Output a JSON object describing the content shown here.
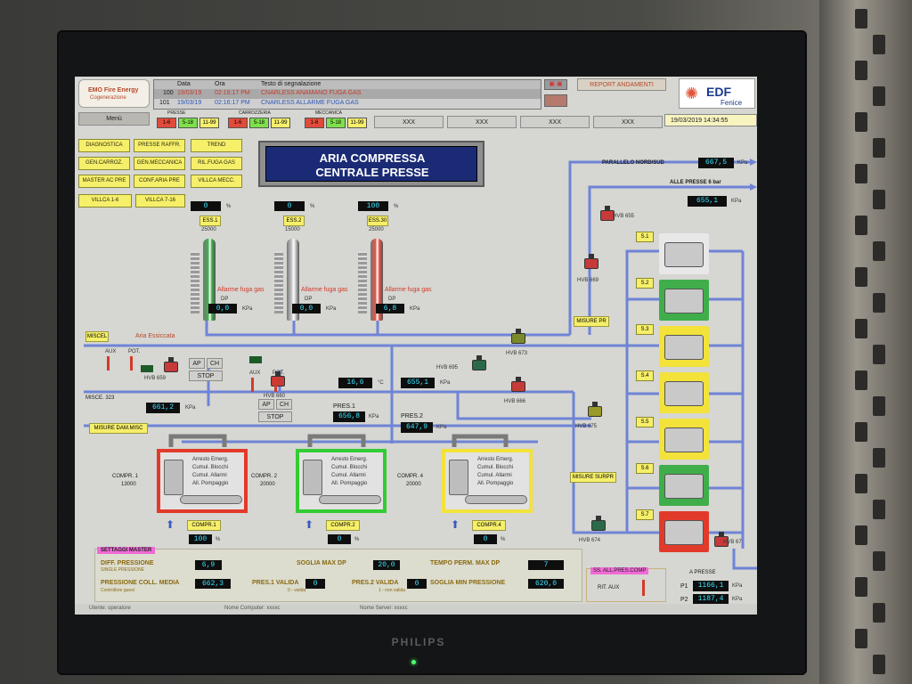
{
  "header": {
    "logo_line1": "EMO Fire Energy",
    "logo_line2": "Cogenerazione",
    "table_cols": [
      "Data",
      "Ora",
      "Testo di segnalazione"
    ],
    "rows": [
      {
        "num": "100",
        "date": "19/03/19",
        "time": "02:16:17 PM",
        "text": "CNARLESS ANAMANO FUGA GAS"
      },
      {
        "num": "101",
        "date": "19/03/19",
        "time": "02:16:17 PM",
        "text": "CNARLESS ALLARME FUGA GAS"
      }
    ],
    "report_label": "REPORT ANDAMENTI",
    "edf": "EDF",
    "edf_sub": "Fenice",
    "datetime": "19/03/2019 14:34:55",
    "menu": "Menù"
  },
  "status_groups": [
    {
      "title": "PRESSE",
      "cells": [
        "1-6",
        "5-18",
        "11-99"
      ]
    },
    {
      "title": "CARROZZERIA",
      "cells": [
        "1-6",
        "5-18",
        "11-99"
      ]
    },
    {
      "title": "MECCANICA",
      "cells": [
        "1-6",
        "5-18",
        "11-99"
      ]
    }
  ],
  "xxx_buttons": [
    "XXX",
    "XXX",
    "XXX",
    "XXX"
  ],
  "nav_buttons": [
    "DIAGNOSTICA",
    "PRESSE RAFFR.",
    "TREND",
    "GEN.CARROZ.",
    "GEN.MECCANICA",
    "RIL.FUGA GAS",
    "MASTER AC PRE",
    "CONF.ARIA PRE",
    "VILLCA MECC.",
    "VILLCA 1-6",
    "VILLCA 7-16"
  ],
  "title": [
    "ARIA COMPRESSA",
    "CENTRALE PRESSE"
  ],
  "dryers": [
    {
      "pct": "0",
      "name": "ESS.1",
      "cap": "25000",
      "dp": "0,0",
      "color": "#3fae4a"
    },
    {
      "pct": "0",
      "name": "ESS.2",
      "cap": "15000",
      "dp": "0,0",
      "color": "#c8c8c8"
    },
    {
      "pct": "100",
      "name": "ESS.30",
      "cap": "25000",
      "dp": "6,8",
      "color": "#e2554a"
    }
  ],
  "dryer_alarm": "Allarme fuga gas",
  "units": {
    "pct": "%",
    "kpa": "KPa",
    "dp": "DP",
    "c": "°C"
  },
  "lines": {
    "parallel": "PARALLELO NORD/SUD",
    "parallel_val": "667,5",
    "alle_presse": "ALLE PRESSE  6 bar",
    "alle_presse_val": "655,1",
    "aria_essiccata": "Aria Essiccata",
    "misc_tag": "MISCEL",
    "misc_323": "MISCE. 323",
    "misure_pr": "MISURE PR",
    "misure_dam": "MISURE DAM.MISC",
    "misure_surpr": "MISURE SURPR"
  },
  "valves": [
    "HVB 655",
    "HVB 669",
    "HVB 673",
    "HVB 695",
    "HVB 666",
    "HVB 675",
    "HVB 674",
    "HVB 67",
    "HVB 659",
    "HVB 660"
  ],
  "readings": {
    "temp": "16,6",
    "pres_main": "655,1",
    "left": "661,2",
    "pres1_label": "PRES.1",
    "pres1": "656,8",
    "pres2_label": "PRES.2",
    "pres2": "647,9"
  },
  "ctrl": {
    "aux": "AUX",
    "pot": "POT.",
    "ap": "AP",
    "ch": "CH",
    "stop": "STOP"
  },
  "compressors": [
    {
      "name": "COMPR. 1",
      "cap": "13000",
      "btn": "COMPR.1",
      "pct": "100",
      "color": "#e23a2a"
    },
    {
      "name": "COMPR. 2",
      "cap": "20000",
      "btn": "COMPR.2",
      "pct": "0",
      "color": "#33cc33"
    },
    {
      "name": "COMPR. 4",
      "cap": "20000",
      "btn": "COMPR.4",
      "pct": "0",
      "color": "#f2e23a"
    }
  ],
  "comp_lines": [
    "Arresto Emerg.",
    "Cumul. Blocchi",
    "Cumul. Allarmi",
    "All. Pompaggio"
  ],
  "stages": [
    {
      "label": "S.1",
      "color": "#e8e8e8"
    },
    {
      "label": "S.2",
      "color": "#3fae4a"
    },
    {
      "label": "S.3",
      "color": "#f2e23a"
    },
    {
      "label": "S.4",
      "color": "#f2e23a"
    },
    {
      "label": "S.5",
      "color": "#f2e23a"
    },
    {
      "label": "S.6",
      "color": "#3fae4a"
    },
    {
      "label": "S.7",
      "color": "#e23a2a"
    }
  ],
  "settings": {
    "title": "SETTAGGI MASTER",
    "diff_label": "DIFF. PRESSIONE",
    "diff_sub": "SINGLE PRESSIONE",
    "diff_val": "6,9",
    "sogma_label": "SOGLIA MAX DP",
    "sogma_val": "20,0",
    "tempo_label": "TEMPO PERM. MAX DP",
    "tempo_val": "7",
    "coll_label": "PRESSIONE COLL. MEDIA",
    "coll_sub": "Controllore guest",
    "coll_val": "662,3",
    "p1v_label": "PRES.1 VALIDA",
    "p1v_sub": "0 - valida",
    "p1v_val": "0",
    "p2v_label": "PRES.2 VALIDA",
    "p2v_sub": "1 - non valida",
    "p2v_val": "0",
    "sogmin_label": "SOGLIA MIN PRESSIONE",
    "sogmin_val": "620,0"
  },
  "sez": {
    "title": "SS. ALL.PRES.COMP",
    "sub": "RIT. AUX"
  },
  "right_bottom": {
    "label": "A PRESSE",
    "p1": "P1",
    "p1v": "1166,1",
    "p2": "P2",
    "p2v": "1187,4"
  },
  "footer": {
    "user": "Utente: operatore",
    "computer": "Nome Computer: xxxxc",
    "server": "Nome Server: xxxxc"
  },
  "monitor_brand": "PHILIPS",
  "colors": {
    "pipe": "#6f84d6",
    "screen": "#d6d6d2",
    "value_text": "#39e5ff",
    "yellow_btn": "#f6ef6a"
  }
}
